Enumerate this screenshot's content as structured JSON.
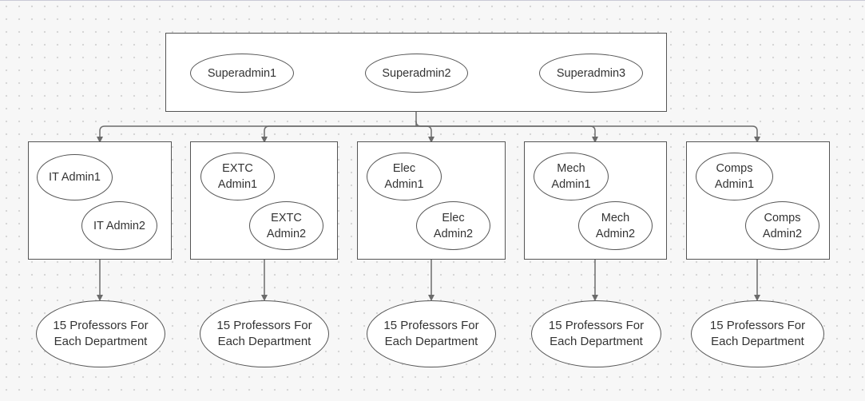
{
  "superadmins": [
    "Superadmin1",
    "Superadmin2",
    "Superadmin3"
  ],
  "departments": [
    {
      "key": "it",
      "admin1": "IT Admin1",
      "admin2": "IT Admin2"
    },
    {
      "key": "extc",
      "admin1": "EXTC\nAdmin1",
      "admin2": "EXTC\nAdmin2"
    },
    {
      "key": "elec",
      "admin1": "Elec\nAdmin1",
      "admin2": "Elec\nAdmin2"
    },
    {
      "key": "mech",
      "admin1": "Mech\nAdmin1",
      "admin2": "Mech\nAdmin2"
    },
    {
      "key": "comps",
      "admin1": "Comps\nAdmin1",
      "admin2": "Comps\nAdmin2"
    }
  ],
  "professors_label": "15 Professors For\nEach Department",
  "colors": {
    "line": "#6b6b6b",
    "border": "#555555",
    "background": "#f7f7f7"
  }
}
